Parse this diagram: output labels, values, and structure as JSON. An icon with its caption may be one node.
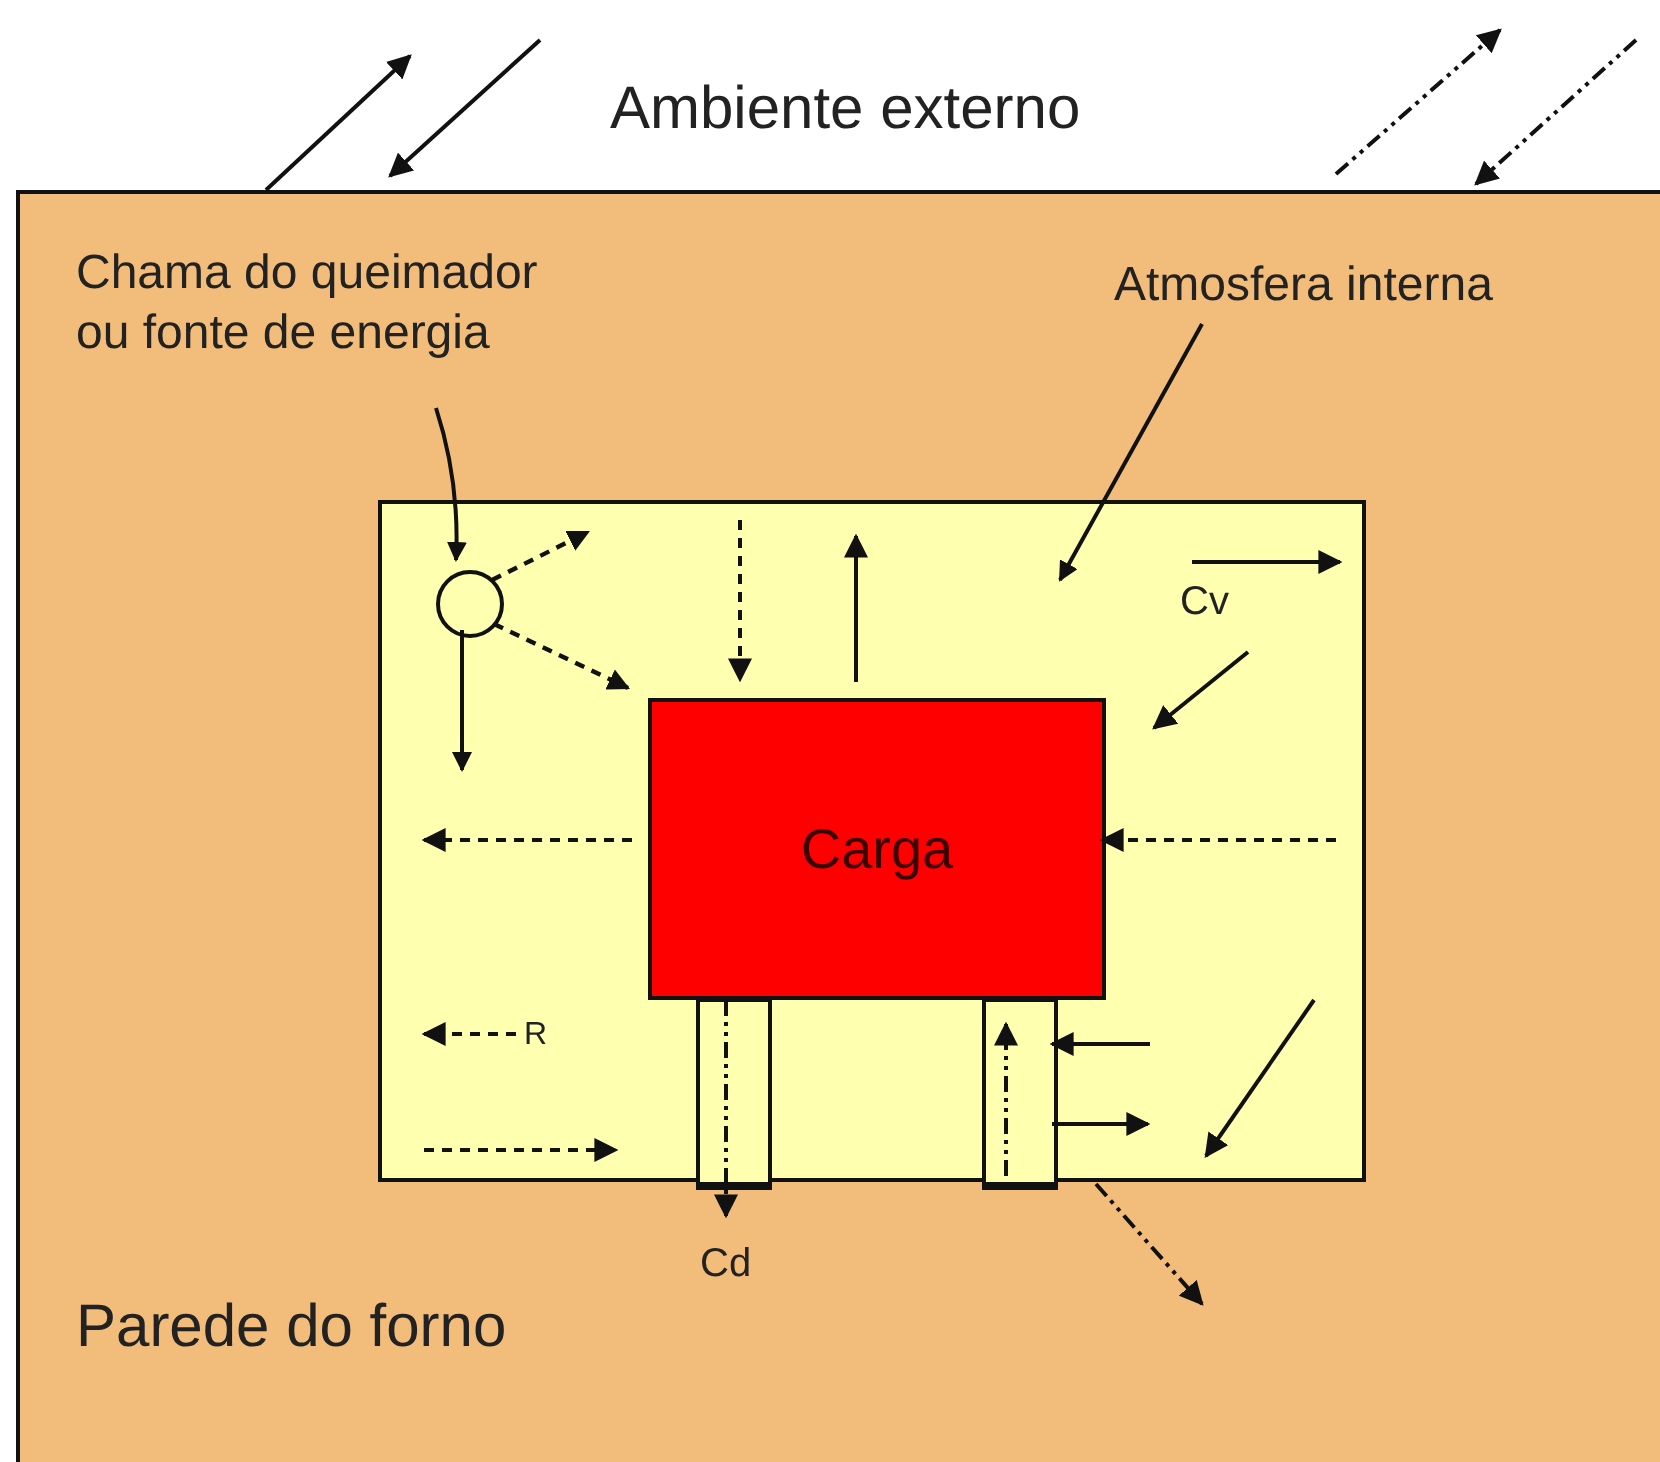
{
  "diagram": {
    "nodes": [
      {
        "text": [
          "Parede do forno"
        ]
      },
      {
        "text": [],
        "shape": "box",
        "in": 0
      },
      {
        "text": [
          "Chama do queimador ou fonte de energia"
        ],
        "in": 0
      },
      {
        "text": [
          "Atmosfera interna"
        ],
        "in": 0
      },
      {
        "text": [],
        "shape": "circle",
        "in": 1
      },
      {
        "text": [
          "Carga"
        ],
        "in": 1
      },
      {
        "text": [],
        "shape": "bar",
        "in": 1
      },
      {
        "text": [],
        "shape": "bar",
        "in": 1
      }
    ],
    "edges": [
      {
        "from": 2,
        "to": 4,
        "arrow": "to"
      },
      {
        "from": 3,
        "to": 1,
        "arrow": "to"
      },
      {
        "from": 4,
        "to": 5,
        "arrow": "to",
        "style": "dashed"
      },
      {
        "from": 4,
        "to": null,
        "arrow": "to",
        "style": "dashed"
      },
      {
        "from": 4,
        "to": null,
        "arrow": "to"
      }
    ],
    "labels": [
      "Ambiente externo",
      "Cv",
      "R",
      "Cd"
    ]
  }
}
